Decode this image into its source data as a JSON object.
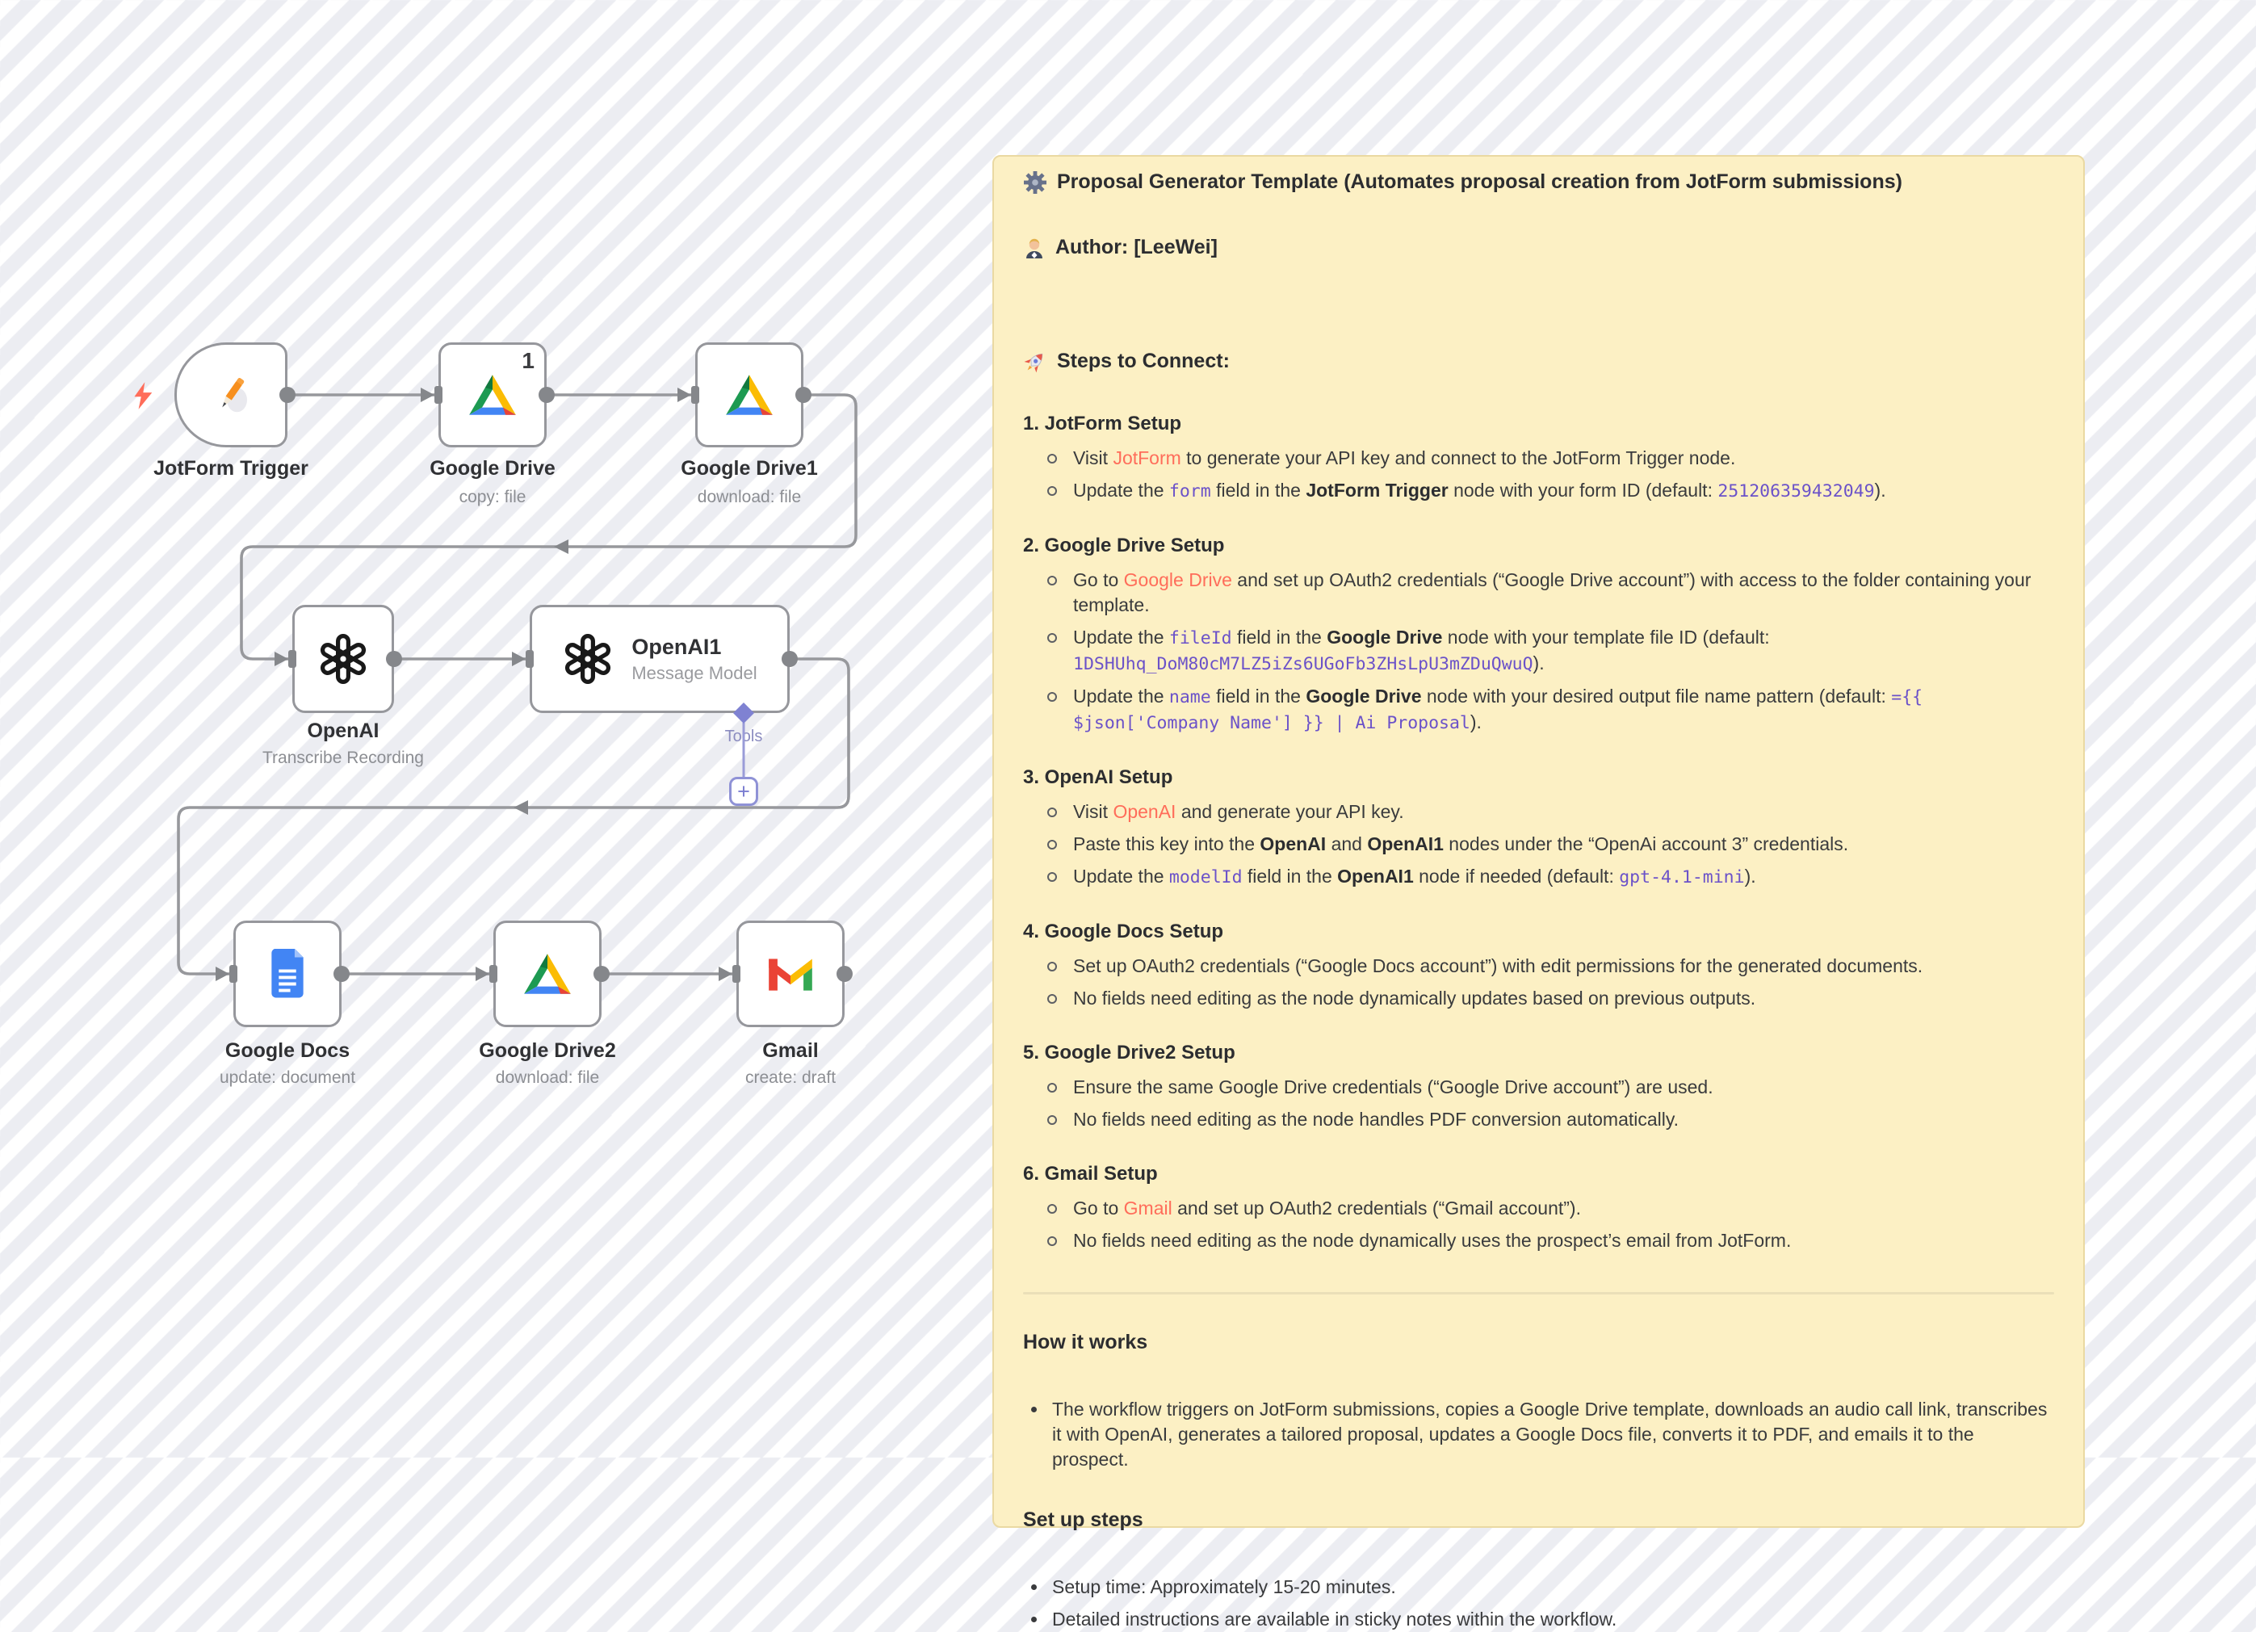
{
  "colors": {
    "link": "#ff6d5a",
    "code": "#6b52c9",
    "sticky_bg": "#fcf0c4",
    "wire": "#97989c",
    "tools_purple": "#8f92d6"
  },
  "icons": {
    "title_icon": "gear",
    "author_icon": "man-office-worker",
    "steps_icon": "rocket",
    "bolt_icon": "lightning"
  },
  "canvas": {
    "nodes": [
      {
        "id": "jotform-trigger",
        "label": "JotForm Trigger",
        "sublabel": "",
        "icon": "jotform-pencil"
      },
      {
        "id": "google-drive",
        "label": "Google Drive",
        "sublabel": "copy: file",
        "badge": "1",
        "icon": "google-drive"
      },
      {
        "id": "google-drive1",
        "label": "Google Drive1",
        "sublabel": "download: file",
        "icon": "google-drive"
      },
      {
        "id": "openai",
        "label": "OpenAI",
        "sublabel": "Transcribe Recording",
        "icon": "openai"
      },
      {
        "id": "openai1",
        "label": "OpenAI1",
        "sublabel": "Message Model",
        "icon": "openai",
        "tools_label": "Tools",
        "plus_label": "+"
      },
      {
        "id": "google-docs",
        "label": "Google Docs",
        "sublabel": "update: document",
        "icon": "google-docs"
      },
      {
        "id": "google-drive2",
        "label": "Google Drive2",
        "sublabel": "download: file",
        "icon": "google-drive"
      },
      {
        "id": "gmail",
        "label": "Gmail",
        "sublabel": "create: draft",
        "icon": "gmail"
      }
    ]
  },
  "sticky": {
    "title": "Proposal Generator Template (Automates proposal creation from JotForm submissions)",
    "author": "Author: [LeeWei]",
    "steps_heading": "Steps to Connect:",
    "steps": [
      {
        "num": "1.",
        "title": "JotForm Setup",
        "bullets": [
          [
            {
              "t": "Visit "
            },
            {
              "t": "JotForm",
              "s": "link"
            },
            {
              "t": " to generate your API key and connect to the JotForm Trigger node."
            }
          ],
          [
            {
              "t": "Update the "
            },
            {
              "t": "form",
              "s": "code"
            },
            {
              "t": " field in the "
            },
            {
              "t": "JotForm Trigger",
              "s": "b"
            },
            {
              "t": " node with your form ID (default: "
            },
            {
              "t": "251206359432049",
              "s": "code"
            },
            {
              "t": ")."
            }
          ]
        ]
      },
      {
        "num": "2.",
        "title": "Google Drive Setup",
        "bullets": [
          [
            {
              "t": "Go to "
            },
            {
              "t": "Google Drive",
              "s": "link"
            },
            {
              "t": " and set up OAuth2 credentials (“Google Drive account”) with access to the folder containing your template."
            }
          ],
          [
            {
              "t": "Update the "
            },
            {
              "t": "fileId",
              "s": "code"
            },
            {
              "t": " field in the "
            },
            {
              "t": "Google Drive",
              "s": "b"
            },
            {
              "t": " node with your template file ID (default: "
            },
            {
              "t": "1DSHUhq_DoM80cM7LZ5iZs6UGoFb3ZHsLpU3mZDuQwuQ",
              "s": "code"
            },
            {
              "t": ")."
            }
          ],
          [
            {
              "t": "Update the "
            },
            {
              "t": "name",
              "s": "code"
            },
            {
              "t": " field in the "
            },
            {
              "t": "Google Drive",
              "s": "b"
            },
            {
              "t": " node with your desired output file name pattern (default: "
            },
            {
              "t": "={{ $json['Company Name'] }} | Ai Proposal",
              "s": "code"
            },
            {
              "t": ")."
            }
          ]
        ]
      },
      {
        "num": "3.",
        "title": "OpenAI Setup",
        "bullets": [
          [
            {
              "t": "Visit "
            },
            {
              "t": "OpenAI",
              "s": "link"
            },
            {
              "t": " and generate your API key."
            }
          ],
          [
            {
              "t": "Paste this key into the "
            },
            {
              "t": "OpenAI",
              "s": "b"
            },
            {
              "t": " and "
            },
            {
              "t": "OpenAI1",
              "s": "b"
            },
            {
              "t": " nodes under the “OpenAi account 3” credentials."
            }
          ],
          [
            {
              "t": "Update the "
            },
            {
              "t": "modelId",
              "s": "code"
            },
            {
              "t": " field in the "
            },
            {
              "t": "OpenAI1",
              "s": "b"
            },
            {
              "t": " node if needed (default: "
            },
            {
              "t": "gpt-4.1-mini",
              "s": "code"
            },
            {
              "t": ")."
            }
          ]
        ]
      },
      {
        "num": "4.",
        "title": "Google Docs Setup",
        "bullets": [
          [
            {
              "t": "Set up OAuth2 credentials (“Google Docs account”) with edit permissions for the generated documents."
            }
          ],
          [
            {
              "t": "No fields need editing as the node dynamically updates based on previous outputs."
            }
          ]
        ]
      },
      {
        "num": "5.",
        "title": "Google Drive2 Setup",
        "bullets": [
          [
            {
              "t": "Ensure the same Google Drive credentials (“Google Drive account”) are used."
            }
          ],
          [
            {
              "t": "No fields need editing as the node handles PDF conversion automatically."
            }
          ]
        ]
      },
      {
        "num": "6.",
        "title": "Gmail Setup",
        "bullets": [
          [
            {
              "t": "Go to "
            },
            {
              "t": "Gmail",
              "s": "link"
            },
            {
              "t": " and set up OAuth2 credentials (“Gmail account”)."
            }
          ],
          [
            {
              "t": "No fields need editing as the node dynamically uses the prospect’s email from JotForm."
            }
          ]
        ]
      }
    ],
    "how_it_works": {
      "heading": "How it works",
      "bullets": [
        "The workflow triggers on JotForm submissions, copies a Google Drive template, downloads an audio call link, transcribes it with OpenAI, generates a tailored proposal, updates a Google Docs file, converts it to PDF, and emails it to the prospect."
      ]
    },
    "setup_steps": {
      "heading": "Set up steps",
      "bullets": [
        "Setup time: Approximately 15-20 minutes.",
        "Detailed instructions are available in sticky notes within the workflow."
      ]
    }
  }
}
